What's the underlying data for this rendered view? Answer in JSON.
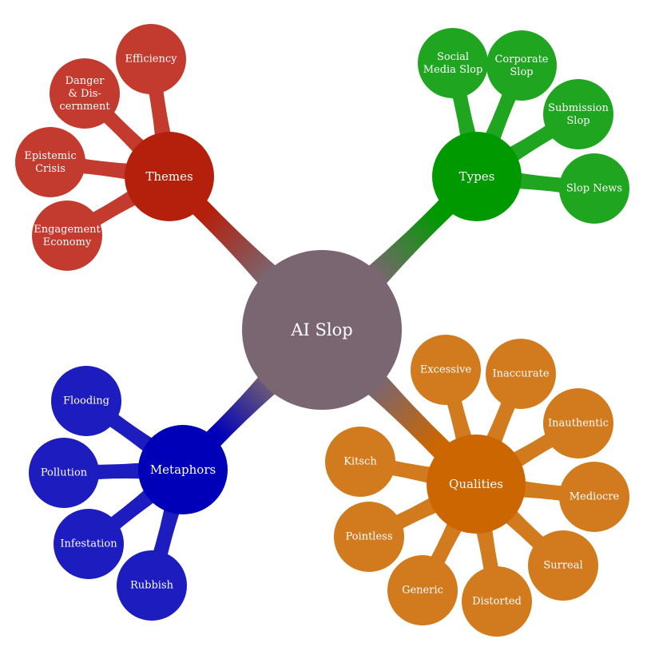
{
  "root": {
    "label": "AI Slop",
    "color": "#7a6670"
  },
  "branches": [
    {
      "key": "themes",
      "label": "Themes",
      "color": "#b5200d",
      "leaf_color": "#c23b2e",
      "leaves": [
        "Efficiency",
        "Danger\n& Dis-\ncernment",
        "Epistemic\nCrisis",
        "Engagement\nEconomy"
      ]
    },
    {
      "key": "types",
      "label": "Types",
      "color": "#009a00",
      "leaf_color": "#1fa51f",
      "leaves": [
        "Social\nMedia Slop",
        "Corporate\nSlop",
        "Submission\nSlop",
        "Slop News"
      ]
    },
    {
      "key": "metaphors",
      "label": "Metaphors",
      "color": "#0000b8",
      "leaf_color": "#1c1cbf",
      "leaves": [
        "Flooding",
        "Pollution",
        "Infestation",
        "Rubbish"
      ]
    },
    {
      "key": "qualities",
      "label": "Qualities",
      "color": "#cc6600",
      "leaf_color": "#d27a1e",
      "leaves": [
        "Excessive",
        "Inaccurate",
        "Inauthentic",
        "Mediocre",
        "Surreal",
        "Distorted",
        "Generic",
        "Pointless",
        "Kitsch"
      ]
    }
  ]
}
